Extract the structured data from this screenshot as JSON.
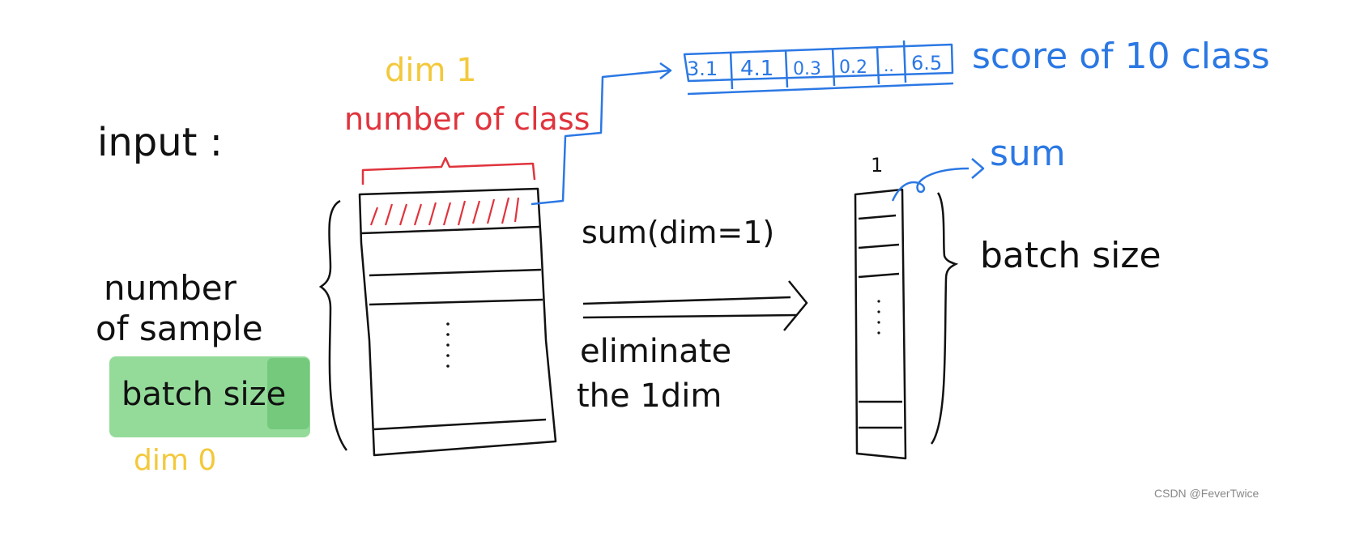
{
  "colors": {
    "ink": "#111111",
    "red": "#e0343d",
    "blue": "#2b78e4",
    "yellow": "#f3c93b",
    "green_highlight": "#5bc864"
  },
  "labels": {
    "input": "input :",
    "dim1": "dim 1",
    "number_of_class": "number of class",
    "number_of": "number",
    "of_sample": "of sample",
    "batch_size_left": "batch size",
    "dim0": "dim 0",
    "sum_dim": "sum(dim=1)",
    "eliminate": "eliminate",
    "the_1dim": "the 1dim",
    "one_label": "1",
    "sum_label": "sum",
    "batch_size_right": "batch size",
    "score": "score of 10 class",
    "watermark": "CSDN @FeverTwice"
  },
  "score_cells": [
    "3.1",
    "4.1",
    "0.3",
    "0.2",
    "..",
    "6.5"
  ],
  "row_ellipsis": ":",
  "icons": {
    "arrow": "arrow-icon",
    "brace": "curly-brace-icon"
  }
}
